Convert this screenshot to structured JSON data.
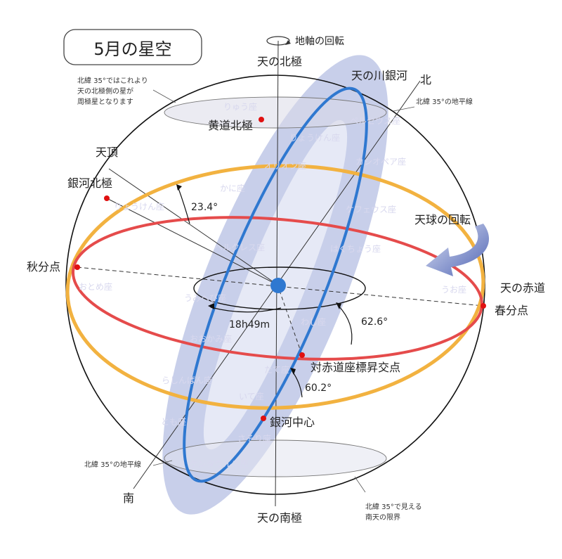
{
  "title": "5月の星空",
  "axis_rotation_label": "地軸の回転",
  "north_celestial_pole": "天の北極",
  "south_celestial_pole": "天の南極",
  "milky_way": "天の川銀河",
  "north": "北",
  "south": "南",
  "horizon_35_upper": "北緯 35°の地平線",
  "horizon_35_lower": "北緯 35°の地平線",
  "circumpolar_note": [
    "北緯 35°ではこれより",
    "天の北極側の星が",
    "周極星となります"
  ],
  "southern_limit_note": [
    "北緯 35°で見える",
    "南天の限界"
  ],
  "ecliptic_north_pole": "黄道北極",
  "zenith": "天頂",
  "galactic_north_pole": "銀河北極",
  "autumn_equinox": "秋分点",
  "spring_equinox": "春分点",
  "celestial_equator": "天の赤道",
  "sphere_rotation": "天球の回転",
  "galactic_center": "銀河中心",
  "ascending_node": "対赤道座標昇交点",
  "angle_ecliptic": "23.4°",
  "angle_galactic": "62.6°",
  "angle_node": "60.2°",
  "right_ascension": "18h49m",
  "constellations": {
    "draco": "りゅう座",
    "cygnus": "はくちょう座",
    "perseus": "ペルセウス座",
    "cassiopeia": "カシオペア座",
    "orion": "オリオン座",
    "cepheus": "ケフェウス座",
    "cancer": "かに座",
    "hercules": "ヘルクレス座",
    "virgo": "おとめ座",
    "pisces": "うお座",
    "scorpius": "さそり座",
    "aquila": "わし座",
    "sagittarius": "いて座",
    "scutum": "たて座",
    "ophiuchus": "へびつかい座",
    "lupus": "おおかみ座",
    "hydra": "うみへび座",
    "carina": "らしんばん座",
    "centaurus": "ケンタウルス座",
    "monoceros": "とも座",
    "bootes": "りょうけん座"
  },
  "colors": {
    "ecliptic": "#f2b240",
    "equator": "#e54b4b",
    "galactic_equator": "#2f78d0",
    "band": "#9aa7d8",
    "marker": "#e01010",
    "arrow": "#5268b8"
  }
}
